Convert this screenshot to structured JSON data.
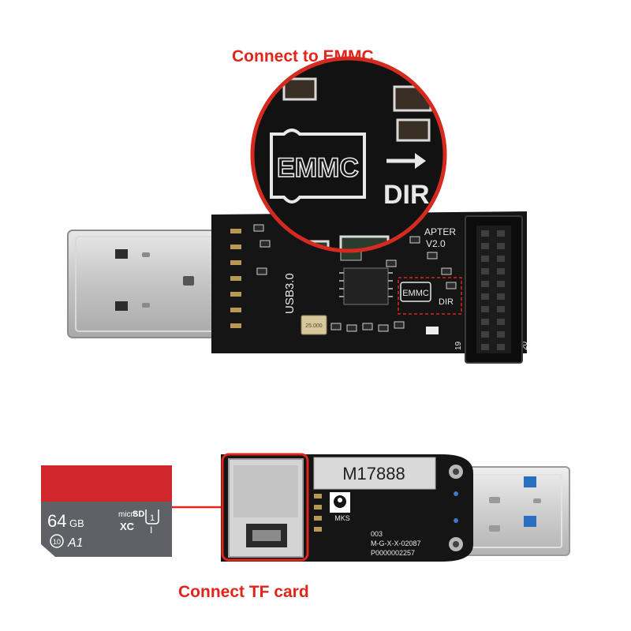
{
  "captions": {
    "top": "Connect to EMMC",
    "bottom": "Connect TF card"
  },
  "top_board": {
    "zoom_labels": {
      "emmc": "EMMC",
      "dir": "DIR"
    },
    "silkscreen": {
      "usb": "USB3.0",
      "version": "V2.0",
      "adapter": "APTER",
      "crystal": "25.000",
      "emmc": "EMMC",
      "dir": "DIR",
      "pin_19": "19",
      "pin_20": "20"
    }
  },
  "bottom_board": {
    "model_label": "M17888",
    "logo_text": "MKS",
    "code_003": "003",
    "code_mgxx": "M-G-X-X-02087",
    "code_p": "P0000002257"
  },
  "sd_card": {
    "capacity": "64",
    "unit": "GB",
    "brand_small": "micro",
    "brand_sd": "SD",
    "class_xc": "XC",
    "speed_u1": "1",
    "speed_roman": "I",
    "class10": "10",
    "a1": "A1"
  },
  "colors": {
    "accent_red": "#e0251b",
    "pcb_black": "#151515",
    "card_red": "#d0272d",
    "card_gray": "#5f6166",
    "usb_metal": "#c9c9c9"
  }
}
